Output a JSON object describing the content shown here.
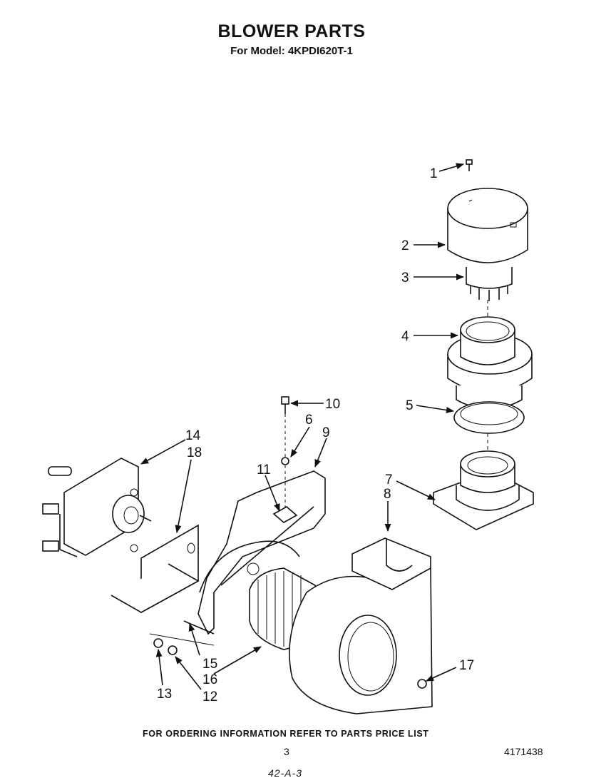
{
  "header": {
    "title": "BLOWER PARTS",
    "model_line": "For Model: 4KPDI620T-1"
  },
  "callouts": [
    {
      "id": "c1",
      "label": "1"
    },
    {
      "id": "c2",
      "label": "2"
    },
    {
      "id": "c3",
      "label": "3"
    },
    {
      "id": "c4",
      "label": "4"
    },
    {
      "id": "c5",
      "label": "5"
    },
    {
      "id": "c10",
      "label": "10"
    },
    {
      "id": "c6",
      "label": "6"
    },
    {
      "id": "c9",
      "label": "9"
    },
    {
      "id": "c11",
      "label": "11"
    },
    {
      "id": "c14",
      "label": "14"
    },
    {
      "id": "c18",
      "label": "18"
    },
    {
      "id": "c7",
      "label": "7"
    },
    {
      "id": "c8",
      "label": "8"
    },
    {
      "id": "c15",
      "label": "15"
    },
    {
      "id": "c16",
      "label": "16"
    },
    {
      "id": "c13",
      "label": "13"
    },
    {
      "id": "c12",
      "label": "12"
    },
    {
      "id": "c17",
      "label": "17"
    }
  ],
  "footer": {
    "ordering_note": "FOR ORDERING INFORMATION REFER TO PARTS PRICE LIST",
    "page_number": "3",
    "document_number": "4171438",
    "handwritten_note": "42-A-3"
  }
}
